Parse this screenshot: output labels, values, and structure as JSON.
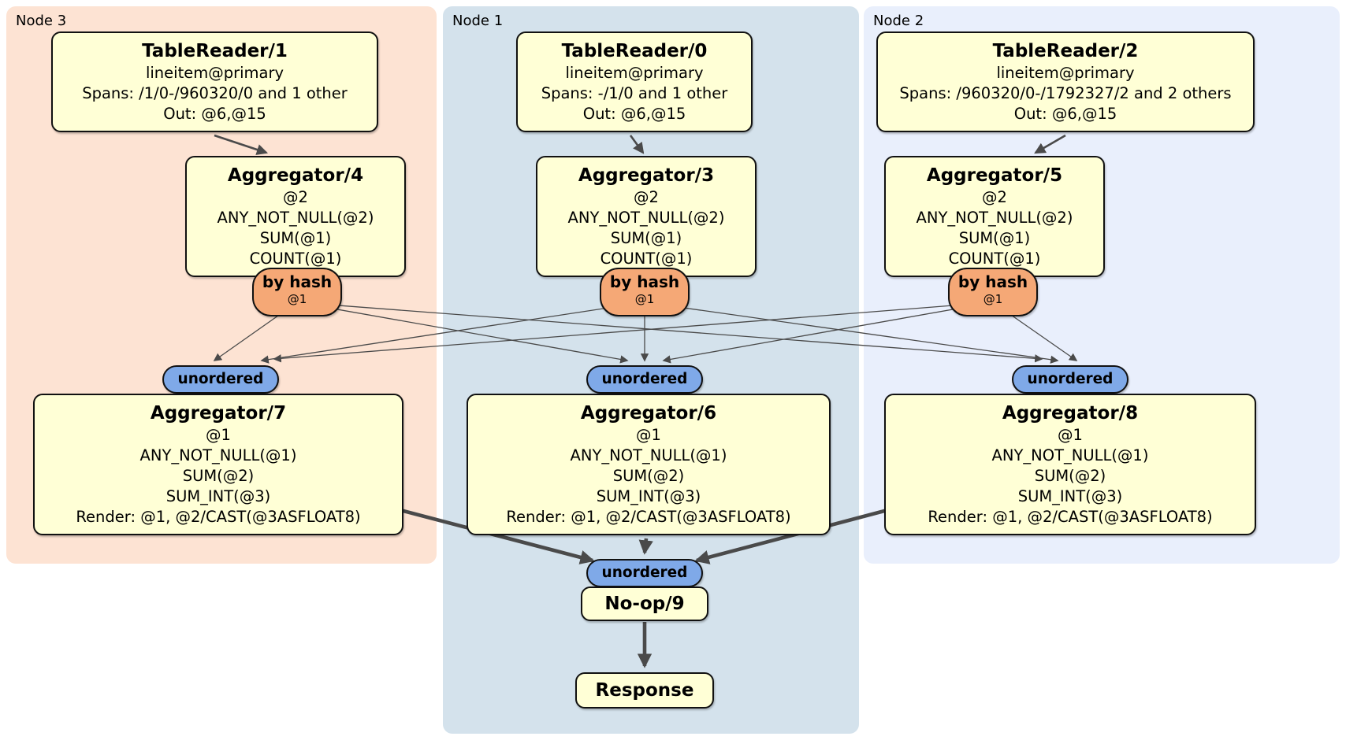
{
  "colors": {
    "node3_bg": "#fde3d3",
    "node1_bg": "#d4e2ec",
    "node2_bg": "#e9effc",
    "processor_box_bg": "#ffffd6",
    "box_border": "#111111",
    "hash_router_oval_bg": "#f5a876",
    "stream_oval_bg": "#7fa9e8",
    "edge_color": "#4a4a4a"
  },
  "plans": [
    {
      "region": "Node 3",
      "tablereader": {
        "title": "TableReader/1",
        "lines": [
          "lineitem@primary",
          "Spans: /1/0-/960320/0 and 1 other",
          "Out: @6,@15"
        ]
      },
      "aggregator_top": {
        "title": "Aggregator/4",
        "lines": [
          "@2",
          "ANY_NOT_NULL(@2)",
          "SUM(@1)",
          "COUNT(@1)"
        ]
      },
      "by_hash": {
        "label": "by hash",
        "group": "@1"
      },
      "stream": {
        "label": "unordered"
      },
      "aggregator_bottom": {
        "title": "Aggregator/7",
        "lines": [
          "@1",
          "ANY_NOT_NULL(@1)",
          "SUM(@2)",
          "SUM_INT(@3)",
          "Render: @1, @2/CAST(@3ASFLOAT8)"
        ]
      }
    },
    {
      "region": "Node 1",
      "tablereader": {
        "title": "TableReader/0",
        "lines": [
          "lineitem@primary",
          "Spans: -/1/0 and 1 other",
          "Out: @6,@15"
        ]
      },
      "aggregator_top": {
        "title": "Aggregator/3",
        "lines": [
          "@2",
          "ANY_NOT_NULL(@2)",
          "SUM(@1)",
          "COUNT(@1)"
        ]
      },
      "by_hash": {
        "label": "by hash",
        "group": "@1"
      },
      "stream": {
        "label": "unordered"
      },
      "aggregator_bottom": {
        "title": "Aggregator/6",
        "lines": [
          "@1",
          "ANY_NOT_NULL(@1)",
          "SUM(@2)",
          "SUM_INT(@3)",
          "Render: @1, @2/CAST(@3ASFLOAT8)"
        ]
      }
    },
    {
      "region": "Node 2",
      "tablereader": {
        "title": "TableReader/2",
        "lines": [
          "lineitem@primary",
          "Spans: /960320/0-/1792327/2 and 2 others",
          "Out: @6,@15"
        ]
      },
      "aggregator_top": {
        "title": "Aggregator/5",
        "lines": [
          "@2",
          "ANY_NOT_NULL(@2)",
          "SUM(@1)",
          "COUNT(@1)"
        ]
      },
      "by_hash": {
        "label": "by hash",
        "group": "@1"
      },
      "stream": {
        "label": "unordered"
      },
      "aggregator_bottom": {
        "title": "Aggregator/8",
        "lines": [
          "@1",
          "ANY_NOT_NULL(@1)",
          "SUM(@2)",
          "SUM_INT(@3)",
          "Render: @1, @2/CAST(@3ASFLOAT8)"
        ]
      }
    }
  ],
  "sink": {
    "stream": {
      "label": "unordered"
    },
    "noop": {
      "title": "No-op/9"
    },
    "response": {
      "title": "Response"
    }
  }
}
